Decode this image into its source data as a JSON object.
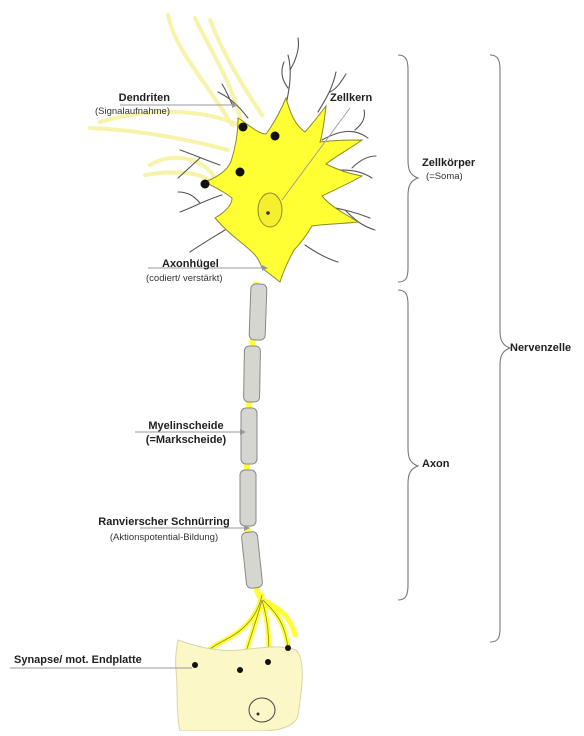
{
  "labels": {
    "dendriten": "Dendriten",
    "dendriten_sub": "(Signalaufnahme)",
    "zellkern": "Zellkern",
    "zellkoerper": "Zellkörper",
    "zellkoerper_sub": "(=Soma)",
    "axonhuegel": "Axonhügel",
    "axonhuegel_sub": "(codiert/ verstärkt)",
    "nervenzelle": "Nervenzelle",
    "myelinscheide": "Myelinscheide",
    "markscheide": "(=Markscheide)",
    "axon": "Axon",
    "ranvier": "Ranvierscher Schnürring",
    "ranvier_sub": "(Aktionspotential-Bildung)",
    "synapse": "Synapse/ mot. Endplatte"
  },
  "colors": {
    "cell_body": "#ffff33",
    "cell_outline": "#8a8a2a",
    "faint_fibers": "#f7f3a8",
    "target_cell": "#fbf7c6",
    "myelin": "#d6d6d0",
    "myelin_outline": "#888888",
    "brace": "#777777",
    "leader": "#999999",
    "synapse_knob": "#111111"
  }
}
